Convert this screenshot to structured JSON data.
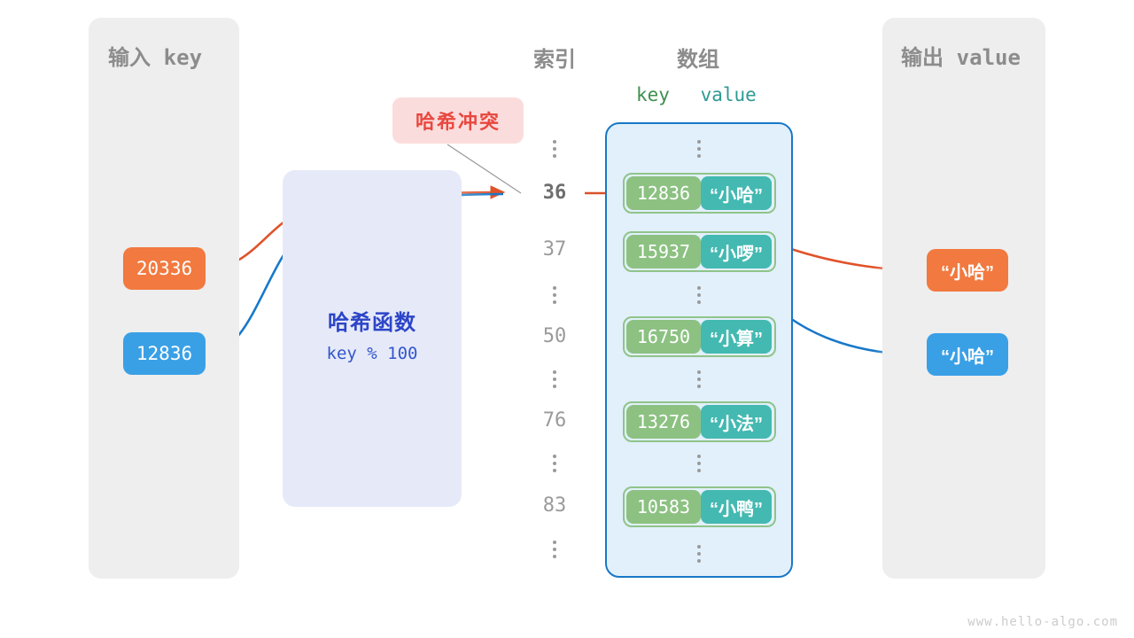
{
  "panels": {
    "input": {
      "title_cn": "输入",
      "title_mono": "key"
    },
    "output": {
      "title_cn": "输出",
      "title_mono": "value"
    }
  },
  "headers": {
    "index": "索引",
    "array": "数组",
    "key": "key",
    "value": "value"
  },
  "hash_function": {
    "title": "哈希函数",
    "formula": "key % 100"
  },
  "collision_badge": {
    "label": "哈希冲突"
  },
  "inputs": [
    {
      "key": "20336",
      "color": "#f2793f"
    },
    {
      "key": "12836",
      "color": "#3aa0e6"
    }
  ],
  "outputs": [
    {
      "value": "“小哈”",
      "color": "#f2793f"
    },
    {
      "value": "“小哈”",
      "color": "#3aa0e6"
    }
  ],
  "index_column": [
    {
      "type": "dots"
    },
    {
      "type": "index",
      "label": "36",
      "highlight": true
    },
    {
      "type": "index",
      "label": "37",
      "highlight": false
    },
    {
      "type": "dots"
    },
    {
      "type": "index",
      "label": "50",
      "highlight": false
    },
    {
      "type": "dots"
    },
    {
      "type": "index",
      "label": "76",
      "highlight": false
    },
    {
      "type": "dots"
    },
    {
      "type": "index",
      "label": "83",
      "highlight": false
    },
    {
      "type": "dots"
    }
  ],
  "buckets": [
    {
      "key": "12836",
      "value": "“小哈”"
    },
    {
      "key": "15937",
      "value": "“小啰”"
    },
    {
      "key": "16750",
      "value": "“小算”"
    },
    {
      "key": "13276",
      "value": "“小法”"
    },
    {
      "key": "10583",
      "value": "“小鸭”"
    }
  ],
  "colors": {
    "panel_bg": "#eeeeee",
    "hash_bg": "#e6eaf8",
    "hash_text": "#2c45c8",
    "array_bg": "#e2f0fb",
    "array_border": "#1878c8",
    "key_cell": "#8cc182",
    "value_cell": "#43b9b1",
    "pair_border": "#8fc48a",
    "orange": "#f2793f",
    "blue": "#3aa0e6",
    "badge_bg": "#fbdcdc",
    "badge_text": "#e8483f",
    "muted_text": "#8c8c8c"
  },
  "watermark": "www.hello-algo.com"
}
